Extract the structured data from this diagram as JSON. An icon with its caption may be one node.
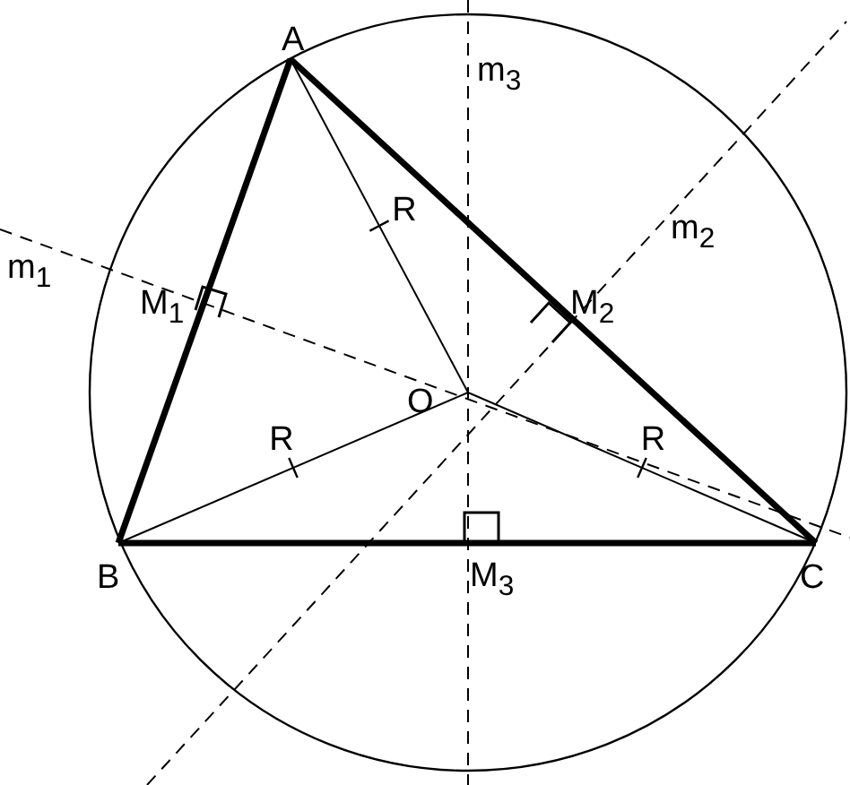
{
  "diagram": {
    "nodes": [
      {
        "text": [
          "A"
        ]
      },
      {
        "text": [
          "B"
        ]
      },
      {
        "text": [
          "C"
        ]
      },
      {
        "text": [
          "O"
        ]
      }
    ],
    "edges": [
      {
        "from": 0,
        "to": 1,
        "arrow": "none",
        "style": "thick"
      },
      {
        "from": 1,
        "to": 2,
        "arrow": "none",
        "style": "thick"
      },
      {
        "from": 2,
        "to": 0,
        "arrow": "none",
        "style": "thick"
      },
      {
        "from": 3,
        "to": 0,
        "arrow": "none",
        "label": "R"
      },
      {
        "from": 3,
        "to": 1,
        "arrow": "none",
        "label": "R"
      },
      {
        "from": 3,
        "to": 2,
        "arrow": "none",
        "label": "R"
      }
    ],
    "labels": [
      "m$_{3}$",
      "m$_{2}$",
      "m$_{1}$",
      "M$_{1}$",
      "M$_{2}$",
      "M$_{3}$"
    ]
  }
}
